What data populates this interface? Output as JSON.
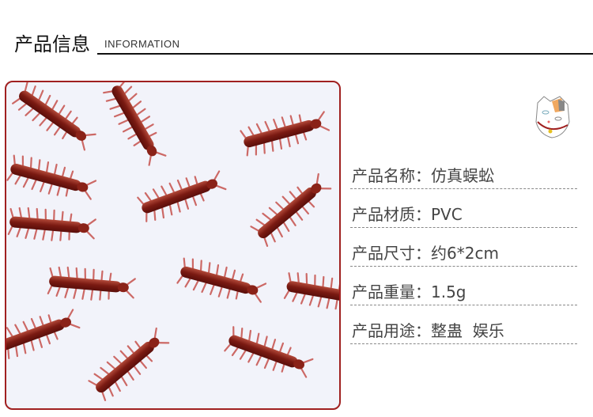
{
  "header": {
    "title": "产品信息",
    "subtitle": "INFORMATION"
  },
  "photo": {
    "subject": "simulated centipede toys",
    "border_color": "#a02020",
    "background_color": "#f2f3fa"
  },
  "mascot": {
    "icon": "cat-mascot-icon"
  },
  "specs": [
    {
      "label": "产品名称：",
      "value": "仿真蜈蚣"
    },
    {
      "label": "产品材质：",
      "value": "PVC"
    },
    {
      "label": "产品尺寸：",
      "value": "约6*2cm"
    },
    {
      "label": "产品重量：",
      "value": "1.5g"
    },
    {
      "label": "产品用途：",
      "value": "整蛊  娱乐"
    }
  ]
}
